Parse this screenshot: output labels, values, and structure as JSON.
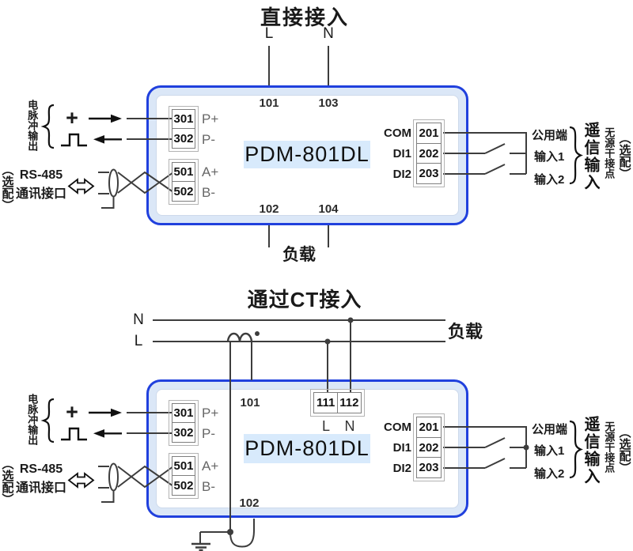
{
  "colors": {
    "box_border": "#2040dd",
    "box_fill": "#dbe7f7",
    "device_label_bg": "#d8eafc",
    "wire": "#3d3d3d"
  },
  "top": {
    "title": "直接接入",
    "line_l": "L",
    "line_n": "N",
    "load": "负载",
    "device": "PDM-801DL",
    "t101": "101",
    "t103": "103",
    "t102": "102",
    "t104": "104",
    "pulse": {
      "label": "电脉冲输出",
      "plus": "+",
      "t301": "301",
      "t302": "302",
      "pp": "P+",
      "pm": "P-"
    },
    "rs485": {
      "optional": "（选配）",
      "name": "RS-485",
      "port": "通讯接口",
      "t501": "501",
      "t502": "502",
      "ap": "A+",
      "bm": "B-"
    },
    "di": {
      "com": "COM",
      "di1": "DI1",
      "di2": "DI2",
      "t201": "201",
      "t202": "202",
      "t203": "203",
      "common": "公用端",
      "in1": "输入1",
      "in2": "输入2",
      "group": "遥信输入",
      "contact": "无源干接点",
      "optional": "（选配）"
    }
  },
  "bottom": {
    "title": "通过CT接入",
    "line_l": "L",
    "line_n": "N",
    "load": "负载",
    "device": "PDM-801DL",
    "t101": "101",
    "t102": "102",
    "t111": "111",
    "t112": "112",
    "l_term": "L",
    "n_term": "N",
    "pulse": {
      "label": "电脉冲输出",
      "plus": "+",
      "t301": "301",
      "t302": "302",
      "pp": "P+",
      "pm": "P-"
    },
    "rs485": {
      "optional": "（选配）",
      "name": "RS-485",
      "port": "通讯接口",
      "t501": "501",
      "t502": "502",
      "ap": "A+",
      "bm": "B-"
    },
    "di": {
      "com": "COM",
      "di1": "DI1",
      "di2": "DI2",
      "t201": "201",
      "t202": "202",
      "t203": "203",
      "common": "公用端",
      "in1": "输入1",
      "in2": "输入2",
      "group": "遥信输入",
      "contact": "无源干接点",
      "optional": "（选配）"
    }
  }
}
